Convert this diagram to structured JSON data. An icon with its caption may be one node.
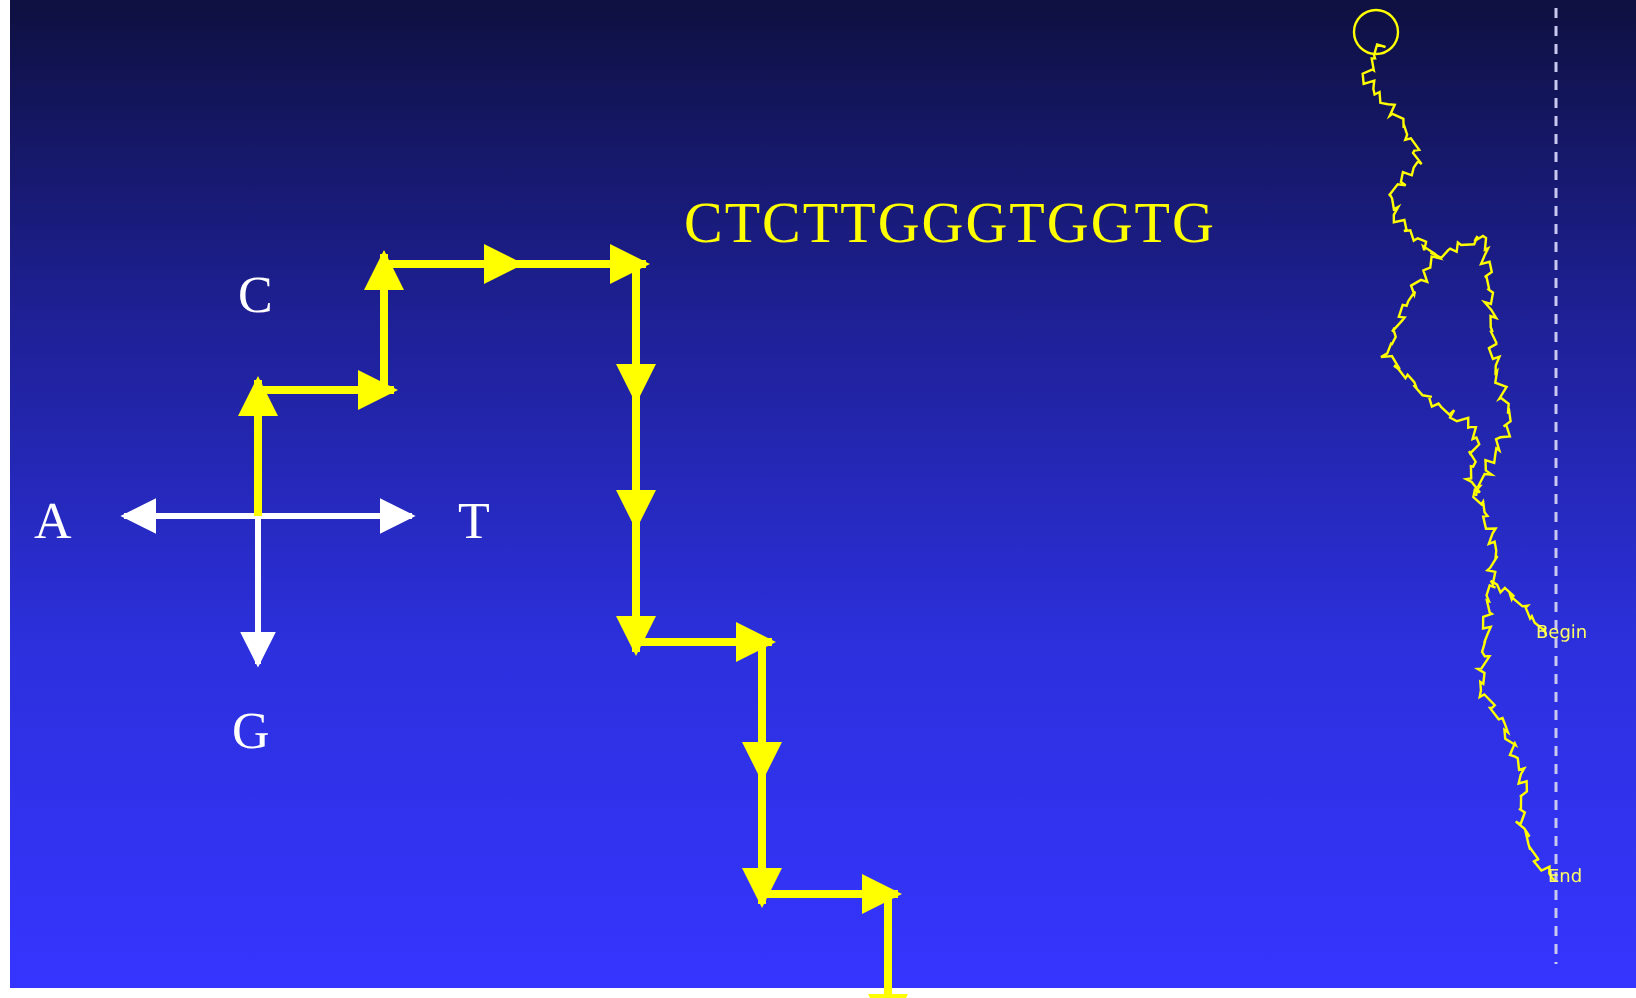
{
  "diagram": {
    "labels": [
      "CTCTTGGGTGGTG",
      "C",
      "A",
      "T",
      "G",
      "Begin",
      "End"
    ]
  }
}
